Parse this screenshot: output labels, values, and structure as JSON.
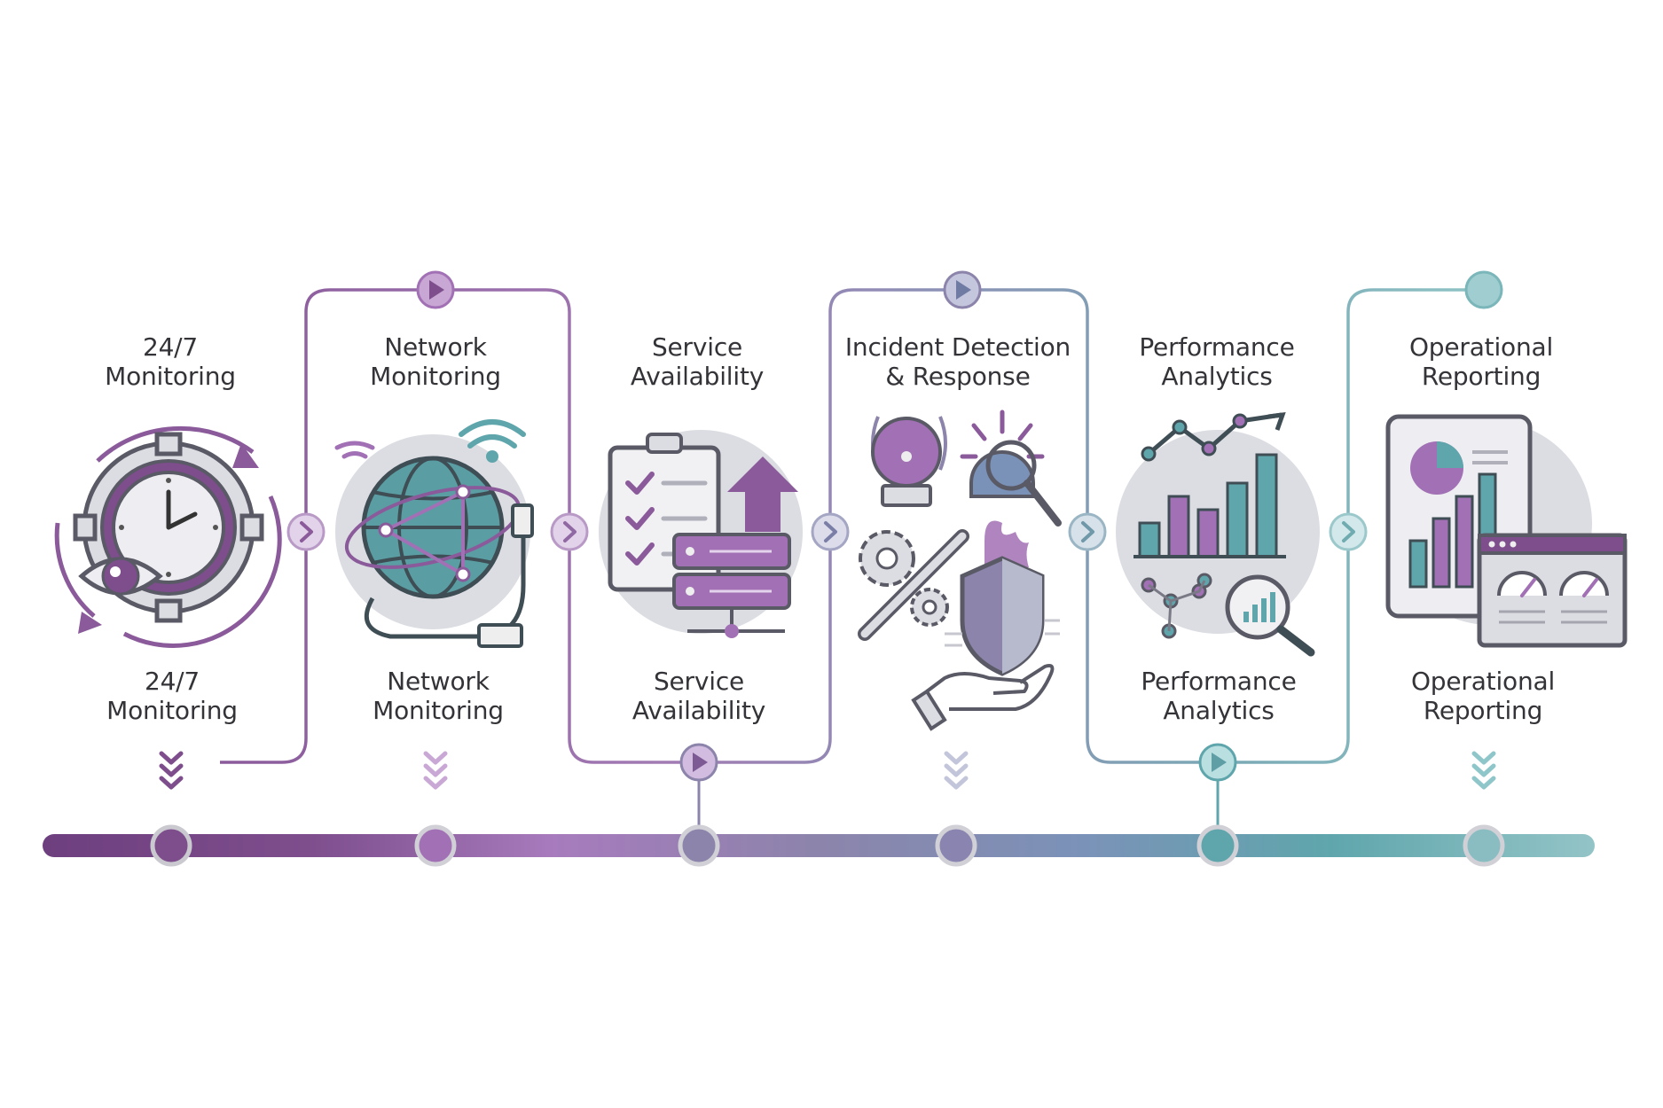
{
  "steps": [
    {
      "top_label": [
        "24/7",
        "Monitoring"
      ],
      "bottom_label": [
        "24/7",
        "Monitoring"
      ],
      "icon": "gear-clock-eye-icon",
      "color": "#7d4d8c"
    },
    {
      "top_label": [
        "Network",
        "Monitoring"
      ],
      "bottom_label": [
        "Network",
        "Monitoring"
      ],
      "icon": "globe-network-icon",
      "color": "#a270b4"
    },
    {
      "top_label": [
        "Service",
        "Availability"
      ],
      "bottom_label": [
        "Service",
        "Availability"
      ],
      "icon": "checklist-server-icon",
      "color": "#8c84ab"
    },
    {
      "top_label": [
        "Incident Detection",
        "& Response"
      ],
      "bottom_label": [],
      "icon": "alarm-shield-tools-icon",
      "color": "#7b92b8"
    },
    {
      "top_label": [
        "Performance",
        "Analytics"
      ],
      "bottom_label": [
        "Performance",
        "Analytics"
      ],
      "icon": "analytics-chart-icon",
      "color": "#5fa6ac"
    },
    {
      "top_label": [
        "Operational",
        "Reporting"
      ],
      "bottom_label": [
        "Operational",
        "Reporting"
      ],
      "icon": "report-dashboard-icon",
      "color": "#8abdc1"
    }
  ],
  "colors": {
    "purple_dark": "#7d4d8c",
    "purple": "#a270b4",
    "lavender": "#8c84ab",
    "steel_blue": "#7b92b8",
    "teal": "#5fa6ac",
    "teal_light": "#8abdc1",
    "icon_grey": "#dcdde2",
    "icon_outline": "#5a5a66"
  }
}
